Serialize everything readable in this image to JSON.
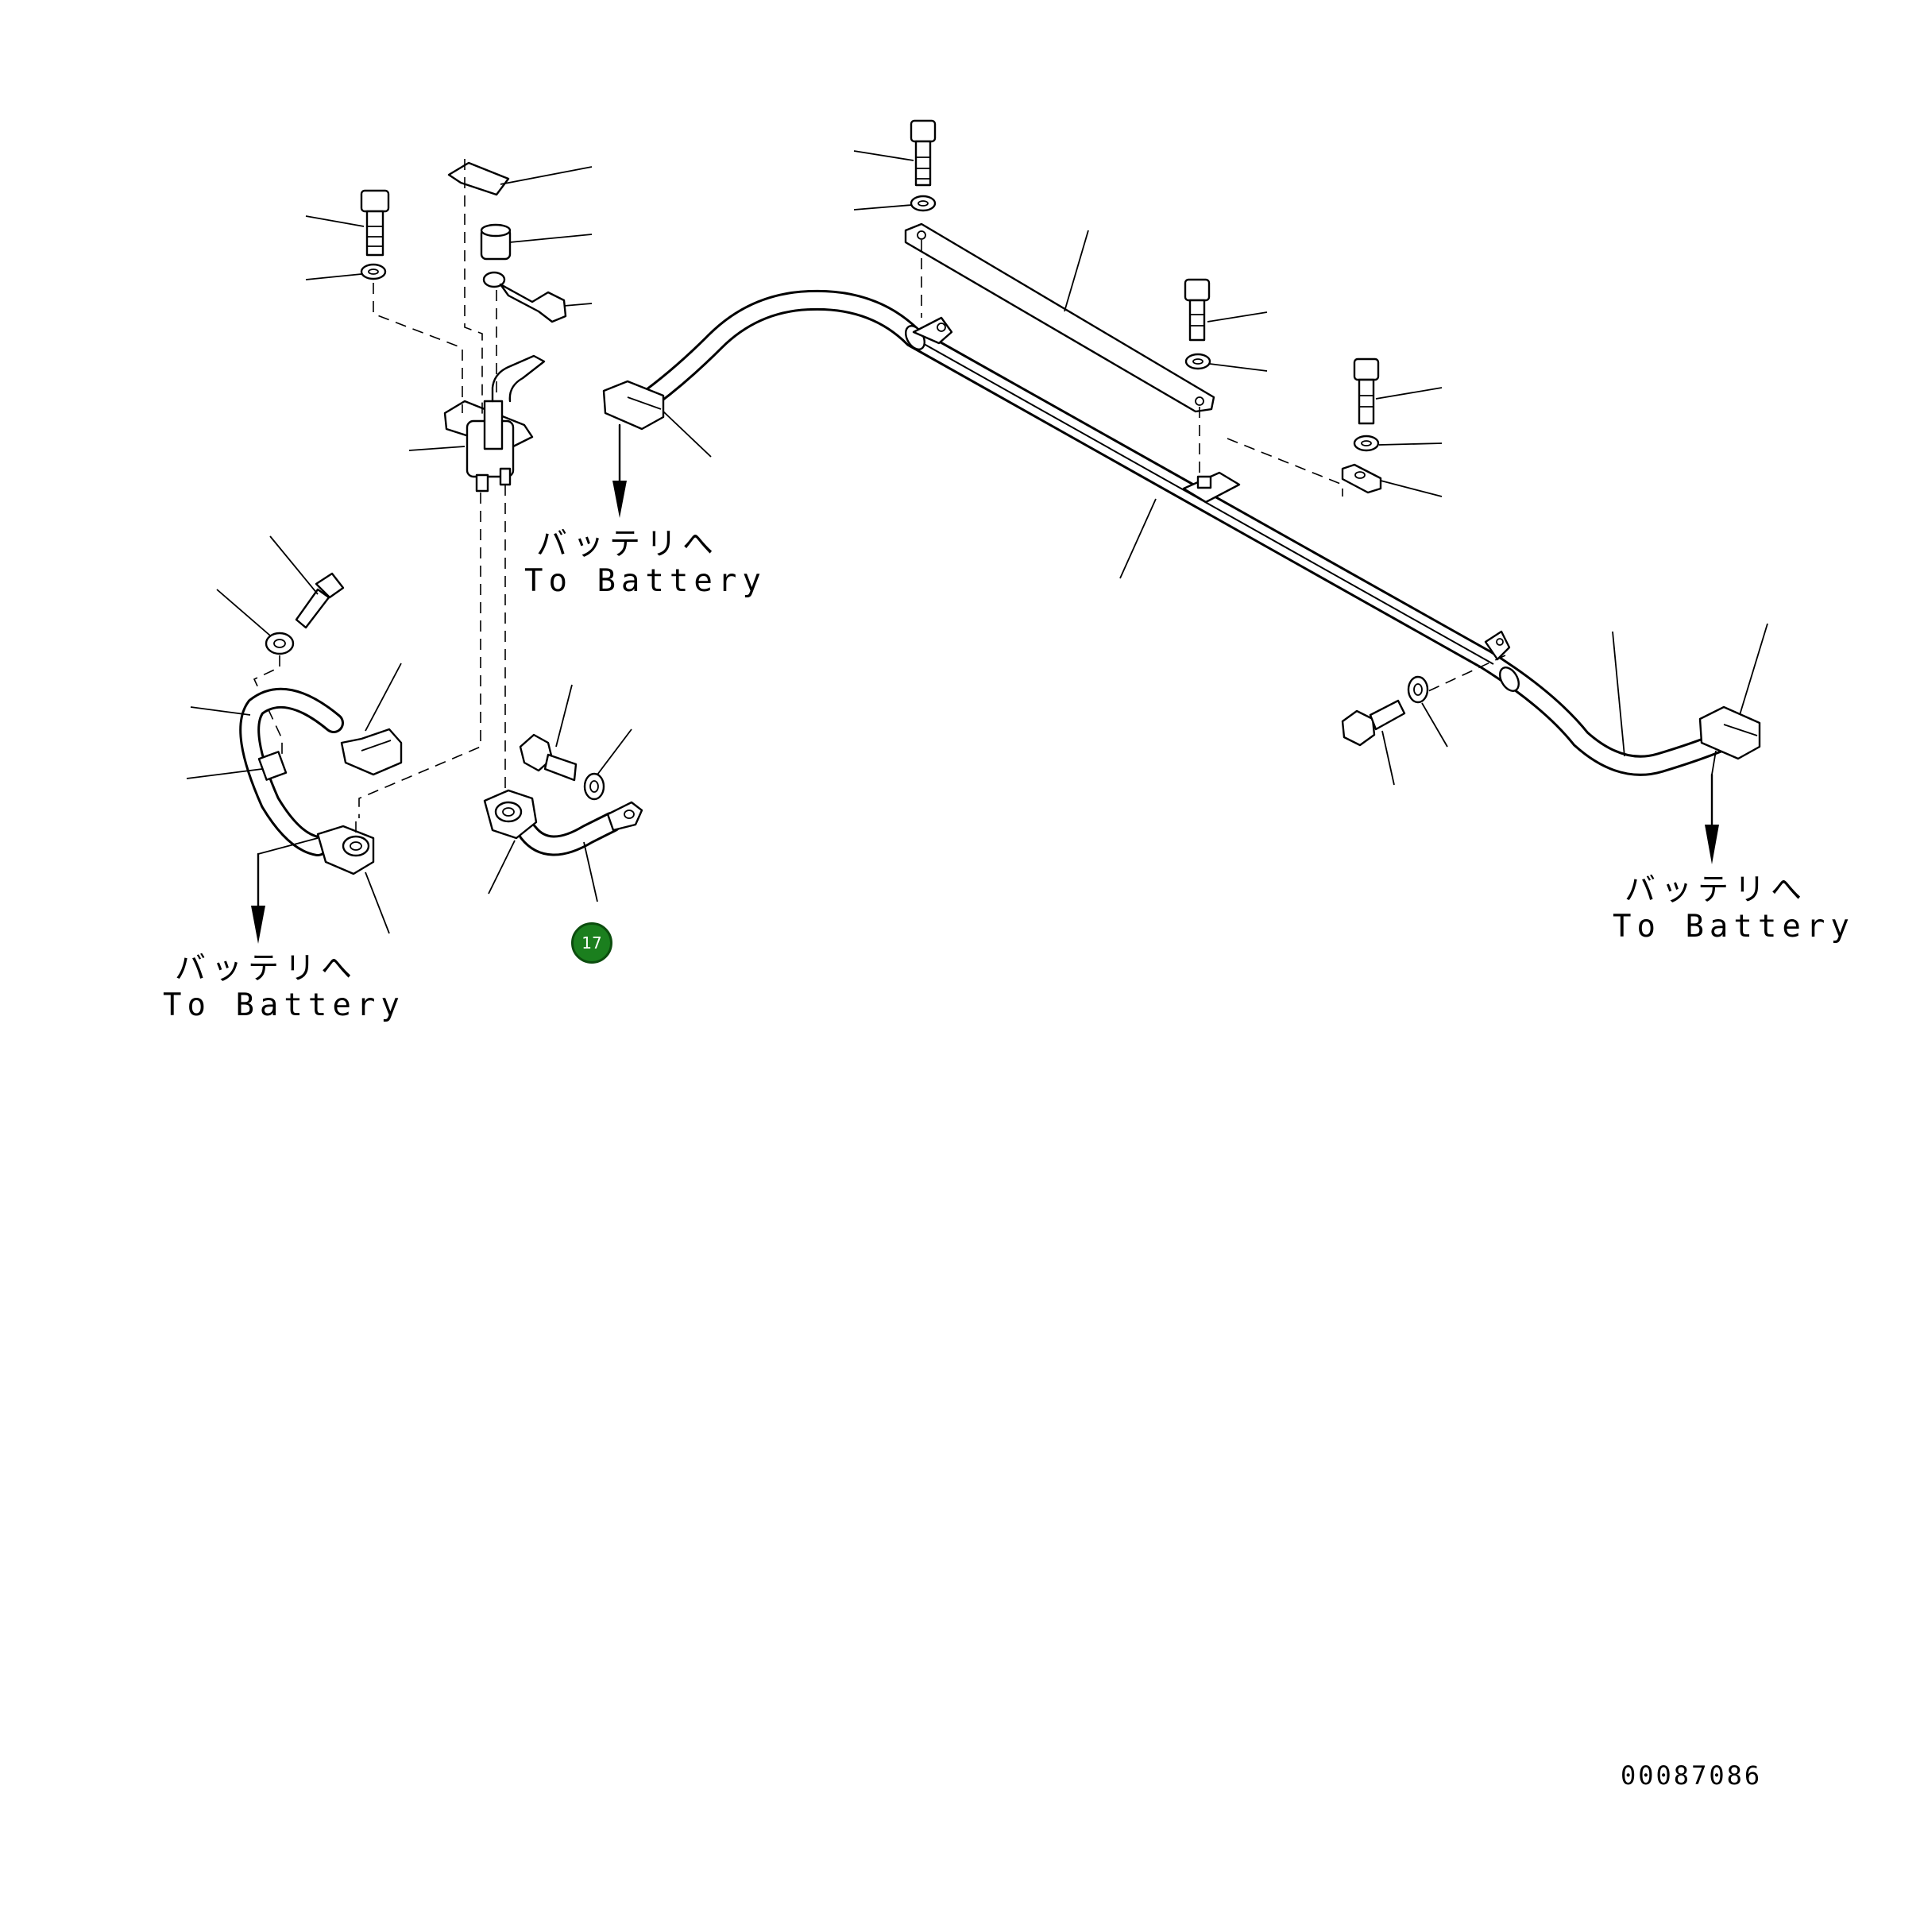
{
  "diagram": {
    "labels": [
      {
        "id": "left",
        "jp": "バッテリへ",
        "en": "To Battery"
      },
      {
        "id": "center",
        "jp": "バッテリへ",
        "en": "To Battery"
      },
      {
        "id": "right",
        "jp": "バッテリへ",
        "en": "To Battery"
      }
    ],
    "callout": {
      "number": "17",
      "color": "#1b7f1e"
    },
    "drawing_number": "00087086"
  }
}
